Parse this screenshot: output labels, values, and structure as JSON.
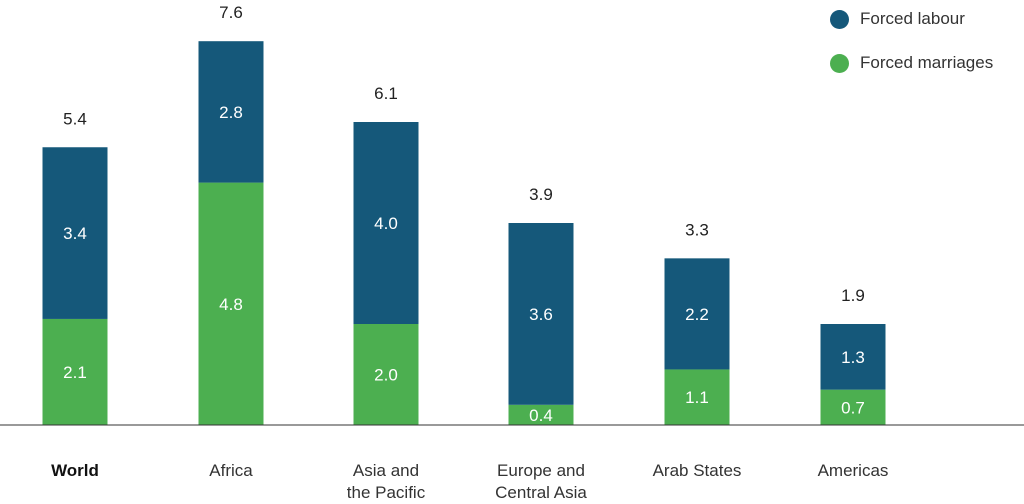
{
  "chart_data": {
    "type": "bar",
    "stacked": true,
    "categories": [
      "World",
      "Africa",
      "Asia and\nthe Pacific",
      "Europe and\nCentral Asia",
      "Arab States",
      "Americas"
    ],
    "highlight_category": "World",
    "series": [
      {
        "name": "Forced marriages",
        "color": "#4caf50",
        "values": [
          2.1,
          4.8,
          2.0,
          0.4,
          1.1,
          0.7
        ]
      },
      {
        "name": "Forced labour",
        "color": "#15587a",
        "values": [
          3.4,
          2.8,
          4.0,
          3.6,
          2.2,
          1.3
        ]
      }
    ],
    "totals": [
      5.4,
      7.6,
      6.1,
      3.9,
      3.3,
      1.9
    ],
    "title": "",
    "xlabel": "",
    "ylabel": "",
    "ylim": [
      0,
      8.5
    ],
    "grid": false,
    "legend_position": "top-right"
  },
  "legend": {
    "items": [
      {
        "label": "Forced labour",
        "color": "#15587a"
      },
      {
        "label": "Forced marriages",
        "color": "#4caf50"
      }
    ]
  }
}
